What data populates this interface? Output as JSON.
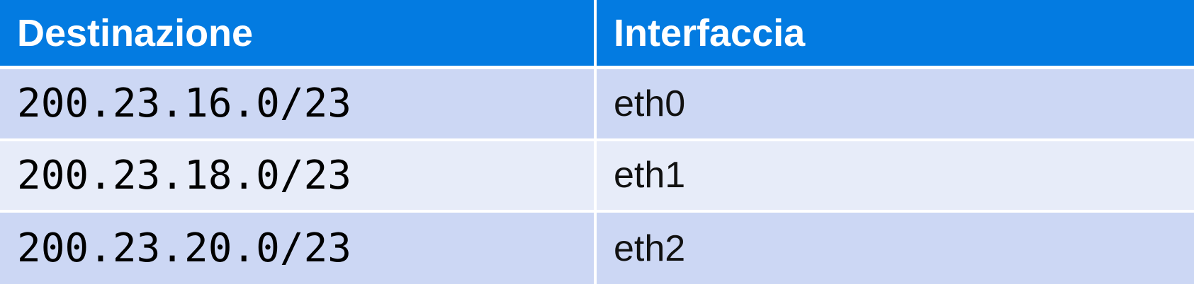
{
  "table": {
    "headers": {
      "destination": "Destinazione",
      "interface": "Interfaccia"
    },
    "rows": [
      {
        "destination": "200.23.16.0/23",
        "interface": "eth0"
      },
      {
        "destination": "200.23.18.0/23",
        "interface": "eth1"
      },
      {
        "destination": "200.23.20.0/23",
        "interface": "eth2"
      }
    ]
  },
  "colors": {
    "header_bg": "#037be1",
    "row_odd_bg": "#ccd7f4",
    "row_even_bg": "#e7ecf9"
  }
}
